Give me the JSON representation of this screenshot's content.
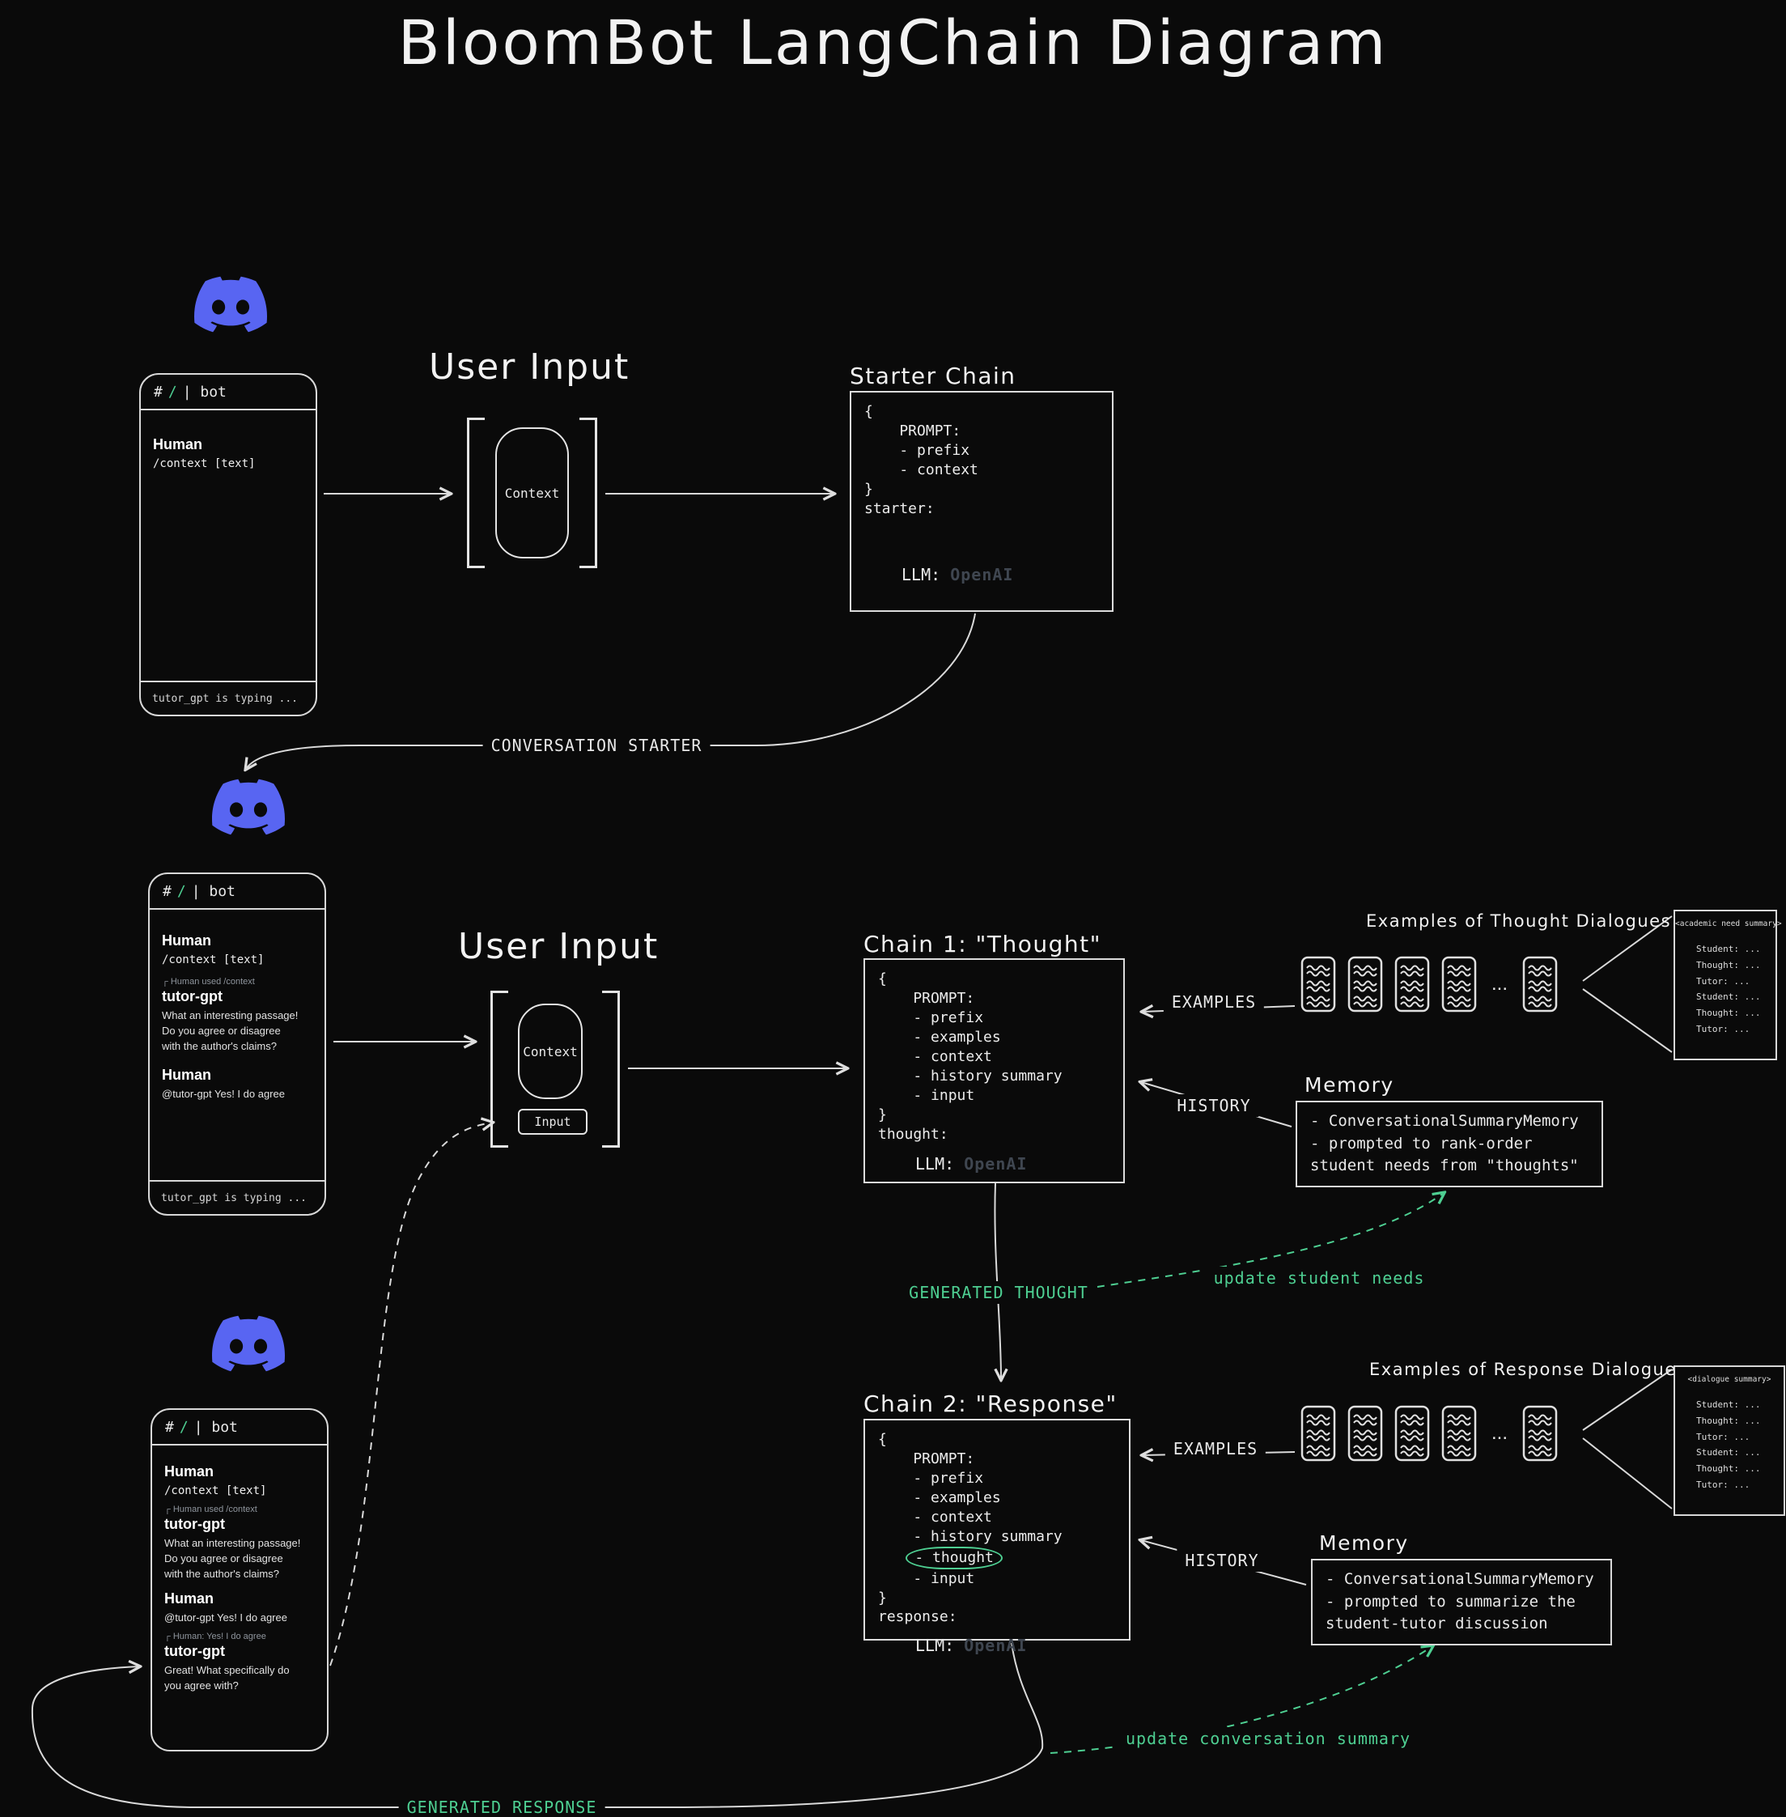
{
  "title": "BloomBot LangChain Diagram",
  "colors": {
    "discord_blurple": "#5865F2",
    "accent_green": "#4ecf92",
    "background": "#0a0a0a"
  },
  "headings": {
    "user_input_1": "User Input",
    "user_input_2": "User Input",
    "starter_chain": "Starter Chain",
    "chain1": "Chain 1: \"Thought\"",
    "chain2": "Chain 2: \"Response\"",
    "memory_1": "Memory",
    "memory_2": "Memory",
    "examples_thought": "Examples of Thought Dialogues",
    "examples_response": "Examples of Response Dialogues"
  },
  "user_input": {
    "context": "Context",
    "input": "Input"
  },
  "starter_chain": {
    "code": "{\n    PROMPT:\n    - prefix\n    - context\n}\nstarter:",
    "llm_label": "LLM:",
    "llm_value": "OpenAI"
  },
  "chain1": {
    "code": "{\n    PROMPT:\n    - prefix\n    - examples\n    - context\n    - history summary\n    - input\n}\nthought:",
    "llm_label": "LLM:",
    "llm_value": "OpenAI"
  },
  "chain2": {
    "code_top": "{\n    PROMPT:\n    - prefix\n    - examples\n    - context\n    - history summary",
    "thought_item": "- thought",
    "code_bottom": "    - input\n}\nresponse:",
    "llm_label": "LLM:",
    "llm_value": "OpenAI"
  },
  "memory1": {
    "body": "- ConversationalSummaryMemory\n- prompted to rank-order\nstudent needs from \"thoughts\""
  },
  "memory2": {
    "body": "- ConversationalSummaryMemory\n- prompted to summarize the\nstudent-tutor discussion"
  },
  "summary1": {
    "header": "<academic need summary>",
    "body": "Student: ...\nThought: ...\nTutor: ...\nStudent: ...\nThought: ...\nTutor: ..."
  },
  "summary2": {
    "header": "<dialogue summary>",
    "body": "Student: ...\nThought: ...\nTutor: ...\nStudent: ...\nThought: ...\nTutor: ..."
  },
  "edge_labels": {
    "conversation_starter": "CONVERSATION STARTER",
    "examples_1": "EXAMPLES",
    "history_1": "HISTORY",
    "examples_2": "EXAMPLES",
    "history_2": "HISTORY",
    "generated_thought": "GENERATED THOUGHT",
    "generated_response": "GENERATED RESPONSE",
    "update_student_needs": "update student needs",
    "update_conversation_summary": "update conversation summary",
    "ellipsis": "..."
  },
  "phone": {
    "hash": "#",
    "slash": "∕",
    "channel": "| bot",
    "human": "Human",
    "context_cmd": "/context [text]",
    "typing": "tutor_gpt is typing ...",
    "reply_context": "┌ Human used /context",
    "tutor": "tutor-gpt",
    "tutor_msg_1": "What an interesting passage!\nDo you agree or disagree\nwith the author's claims?",
    "human_msg_2": "@tutor-gpt Yes! I do agree",
    "reply_agree": "┌ Human: Yes! I do agree",
    "tutor_msg_2": "Great! What specifically do\nyou agree with?"
  }
}
